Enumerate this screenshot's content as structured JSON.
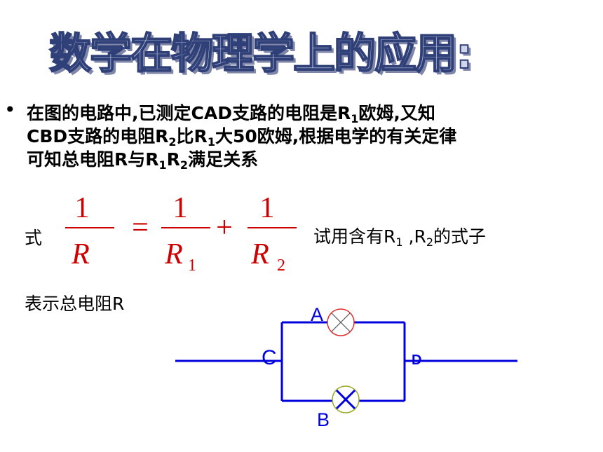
{
  "title": "数学在物理学上的应用:",
  "bullet": "•",
  "problem": {
    "l1_a": "在图的电路中,已测定CAD支路的电阻是R",
    "l1_sub1": "1",
    "l1_b": "欧姆,又知",
    "l2_a": "CBD支路的电阻R",
    "l2_sub2": "2",
    "l2_b": "比R",
    "l2_sub1": "1",
    "l2_c": "大50欧姆,根据电学的有关定律",
    "l3_a": "可知总电阻R与R",
    "l3_sub1": "1",
    "l3_b": "R",
    "l3_sub2": "2",
    "l3_c": "满足关系"
  },
  "formula_prefix": "式",
  "formula": {
    "num": "1",
    "lhs_den": "R",
    "eq": "=",
    "plus": "+",
    "r1_den": "R",
    "r1_sub": "1",
    "r2_den": "R",
    "r2_sub": "2"
  },
  "hint": {
    "a": "试用含有R",
    "sub1": "1",
    "b": " ,R",
    "sub2": "2",
    "c": "的式子"
  },
  "represent": "表示总电阻R",
  "circuit": {
    "label_a": "A",
    "label_b": "B",
    "label_c": "C",
    "label_d": "D",
    "wire_color": "#0000dd",
    "lamp_a_color": "#e03030",
    "lamp_b_color": "#99aa22"
  }
}
